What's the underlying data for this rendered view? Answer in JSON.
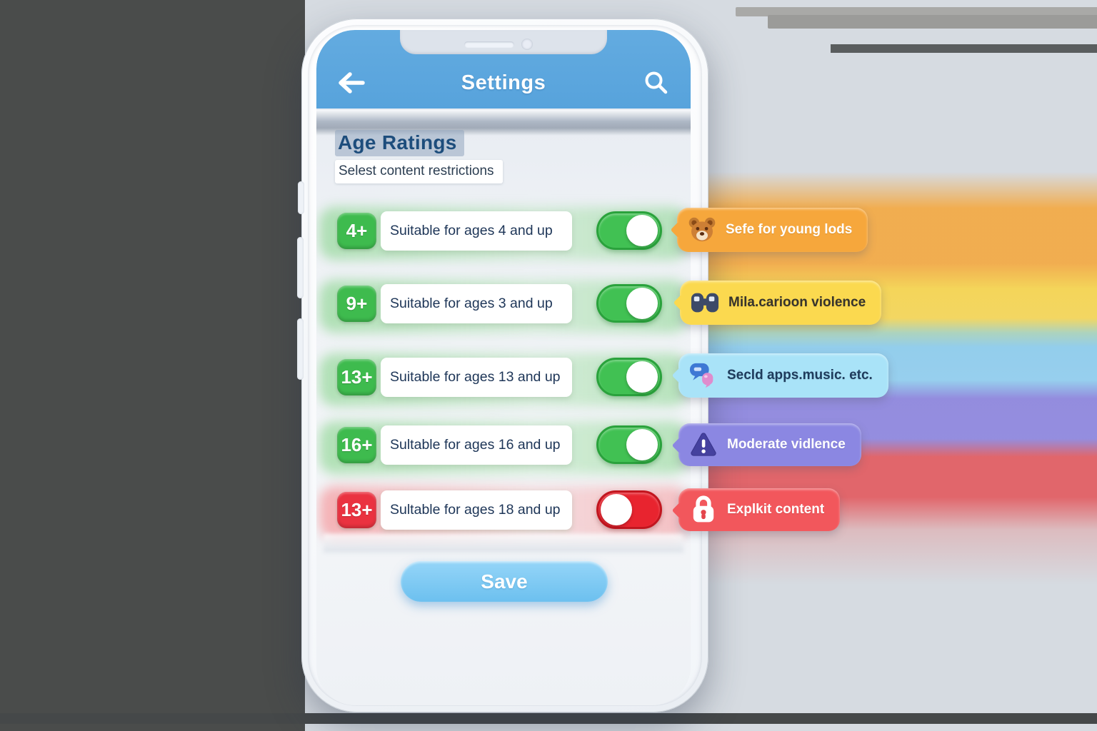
{
  "header": {
    "title": "Settings",
    "back_icon": "back-arrow",
    "search_icon": "magnifier"
  },
  "section": {
    "title": "Age Ratings",
    "subtitle": "Selest content restrictions"
  },
  "rows": [
    {
      "age": "4+",
      "label": "Suitable for ages 4 and up",
      "enabled": true,
      "age_badge_color": "#3EBB4E",
      "tag": {
        "icon": "teddy-bear",
        "text": "Sefe for young lods",
        "bg": "#F6A73C",
        "text_color": "#FFFFFF"
      }
    },
    {
      "age": "9+",
      "label": "Suitable for ages 3 and up",
      "enabled": true,
      "age_badge_color": "#3EBB4E",
      "tag": {
        "icon": "binoculars",
        "text": "Mila.carioon violence",
        "bg": "#FBD94F",
        "text_color": "#37342C"
      }
    },
    {
      "age": "13+",
      "label": "Suitable for ages 13 and up",
      "enabled": true,
      "age_badge_color": "#3EBB4E",
      "tag": {
        "icon": "chat-bubbles",
        "text": "Secld apps.music. etc.",
        "bg": "#A9E3F8",
        "text_color": "#1E3B5C"
      }
    },
    {
      "age": "16+",
      "label": "Sultable for ages 16 and up",
      "enabled": true,
      "age_badge_color": "#3EBB4E",
      "tag": {
        "icon": "warning-triangle",
        "text": "Moderate vidlence",
        "bg": "#8B87E2",
        "text_color": "#FFFFFF"
      }
    },
    {
      "age": "13+",
      "label": "Sultable for ages 18 and up",
      "enabled": false,
      "age_badge_color": "#EA3240",
      "tag": {
        "icon": "lock",
        "text": "Explkit content",
        "bg": "#F2575C",
        "text_color": "#FFFFFF"
      }
    }
  ],
  "save_label": "Save",
  "colors": {
    "header_blue": "#5BA6DD",
    "toggle_on": "#41C153",
    "toggle_off": "#E8242F",
    "left_background": "#4A4C4B",
    "right_background": "#D6DBE1",
    "band_orange": "#F5A73C",
    "band_yellow": "#F7D650",
    "band_blue": "#87CBEE",
    "band_purple": "#8D85DF",
    "band_red": "#E25C61",
    "save_button": "#7FCBF3",
    "title_text": "#1D4D7C",
    "label_text": "#1D3557"
  }
}
